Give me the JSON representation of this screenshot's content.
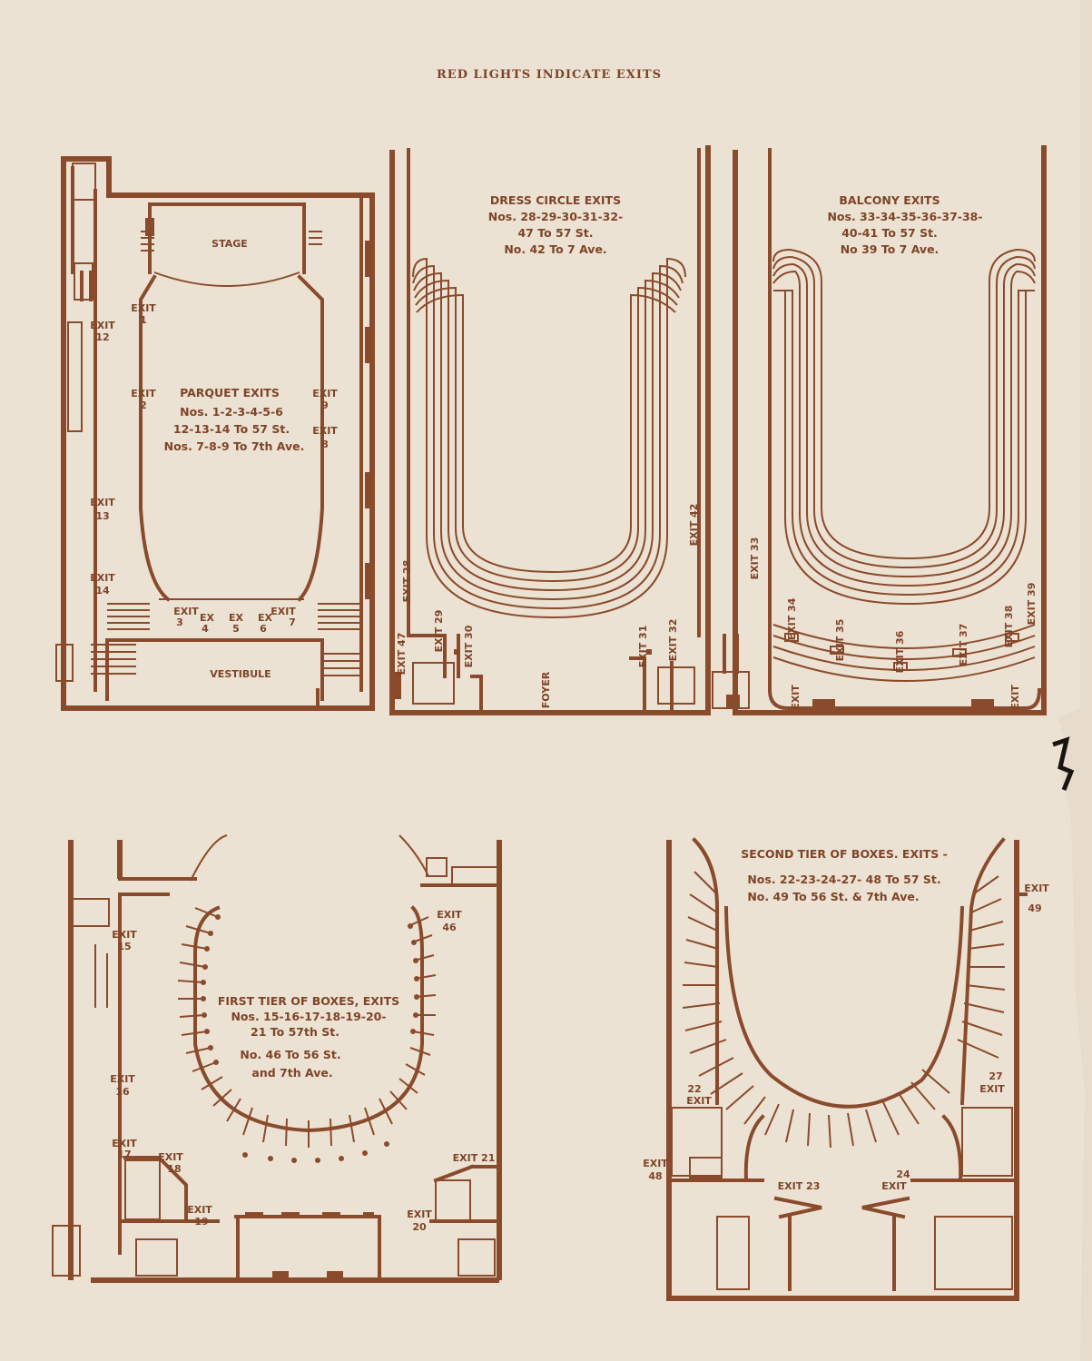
{
  "header": "RED LIGHTS INDICATE EXITS",
  "parquet": {
    "title": "PARQUET EXITS",
    "lines": [
      "Nos. 1-2-3-4-5-6",
      "12-13-14 To 57 St.",
      "Nos. 7-8-9 To 7th Ave."
    ],
    "stage": "STAGE",
    "vestibule": "VESTIBULE",
    "exits": {
      "e1": [
        "EXIT",
        "1"
      ],
      "e2": [
        "EXIT",
        "2"
      ],
      "e9": [
        "EXIT",
        "9"
      ],
      "e8": [
        "EXIT",
        "8"
      ],
      "e12": [
        "EXIT",
        "12"
      ],
      "e13": [
        "EXIT",
        "13"
      ],
      "e14": [
        "EXIT",
        "14"
      ],
      "e3": [
        "EXIT",
        "3"
      ],
      "e4": [
        "EX",
        "4"
      ],
      "e5": [
        "EX",
        "5"
      ],
      "e6": [
        "EX",
        "6"
      ],
      "e7": [
        "EXIT",
        "7"
      ]
    }
  },
  "dress_circle": {
    "title": "DRESS CIRCLE EXITS",
    "lines": [
      "Nos. 28-29-30-31-32-",
      "47 To 57 St.",
      "No. 42 To 7 Ave."
    ],
    "foyer": "FOYER",
    "exits": {
      "e28": "EXIT 28",
      "e47": "EXIT 47",
      "e29": "EXIT 29",
      "e30": "EXIT 30",
      "e31": "EXIT 31",
      "e32": "EXIT 32",
      "e42": "EXIT 42"
    }
  },
  "balcony": {
    "title": "BALCONY EXITS",
    "lines": [
      "Nos. 33-34-35-36-37-38-",
      "40-41 To 57 St.",
      "No 39 To 7 Ave."
    ],
    "exits": {
      "e33": "EXIT 33",
      "e34": "EXIT 34",
      "e35": "EXIT 35",
      "e36": "EXIT 36",
      "e37": "EXIT 37",
      "e38": "EXIT 38",
      "e39": "EXIT 39",
      "e40": "EXIT",
      "e41": "EXIT"
    }
  },
  "first_tier": {
    "title": "FIRST TIER OF BOXES, EXITS",
    "lines": [
      "Nos. 15-16-17-18-19-20-",
      "21 To 57th St.",
      "No. 46 To 56 St.",
      "and 7th Ave."
    ],
    "exits": {
      "e15": [
        "EXIT",
        "15"
      ],
      "e16": [
        "EXIT",
        "16"
      ],
      "e17": [
        "EXIT",
        "17"
      ],
      "e18": [
        "EXIT",
        "18"
      ],
      "e19": [
        "EXIT",
        "19"
      ],
      "e20": [
        "EXIT",
        "20"
      ],
      "e21": [
        "EXIT 21"
      ],
      "e46": [
        "EXIT",
        "46"
      ]
    }
  },
  "second_tier": {
    "title": "SECOND TIER OF BOXES. EXITS -",
    "lines": [
      "Nos. 22-23-24-27- 48 To 57 St.",
      "No. 49 To 56 St. & 7th Ave."
    ],
    "exits": {
      "e22": [
        "22",
        "EXIT"
      ],
      "e27": [
        "27",
        "EXIT"
      ],
      "e48": [
        "EXIT",
        "48"
      ],
      "e49": [
        "EXIT",
        "49"
      ],
      "e23": [
        "EXIT 23"
      ],
      "e24": [
        "24",
        "EXIT"
      ]
    }
  },
  "colors": {
    "ink": "#8a4b2c",
    "paper": "#ece2d3"
  }
}
